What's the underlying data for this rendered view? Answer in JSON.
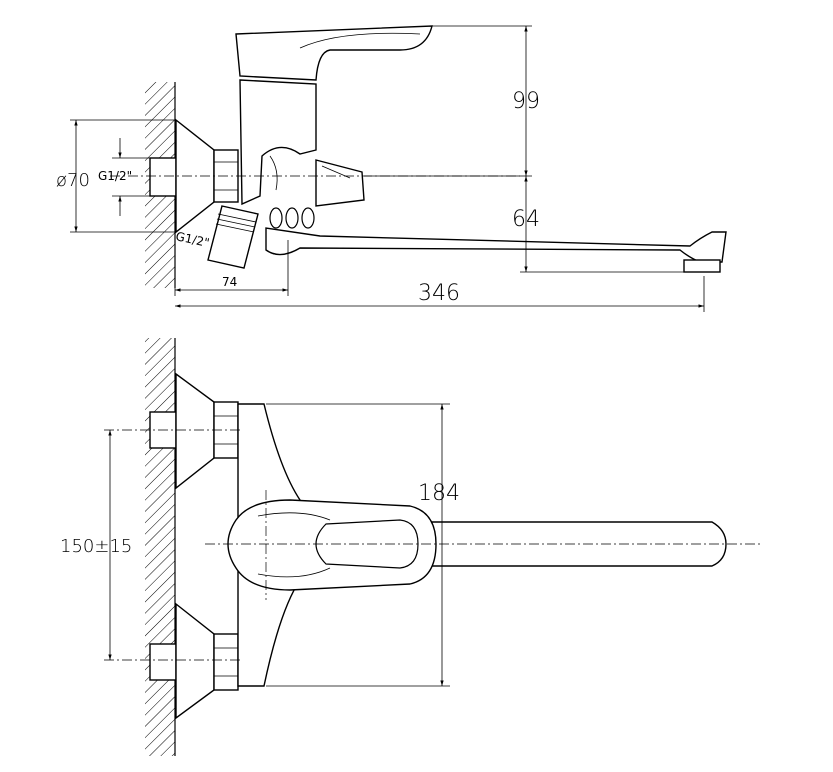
{
  "dimensions": {
    "height_top": "99",
    "spout_height": "64",
    "spout_length": "346",
    "wall_offset": "74",
    "flange_diameter": "ø70",
    "thread_top": "G1/2\"",
    "thread_angled": "G1/2\"",
    "overall_height": "184",
    "center_distance": "150±15"
  }
}
